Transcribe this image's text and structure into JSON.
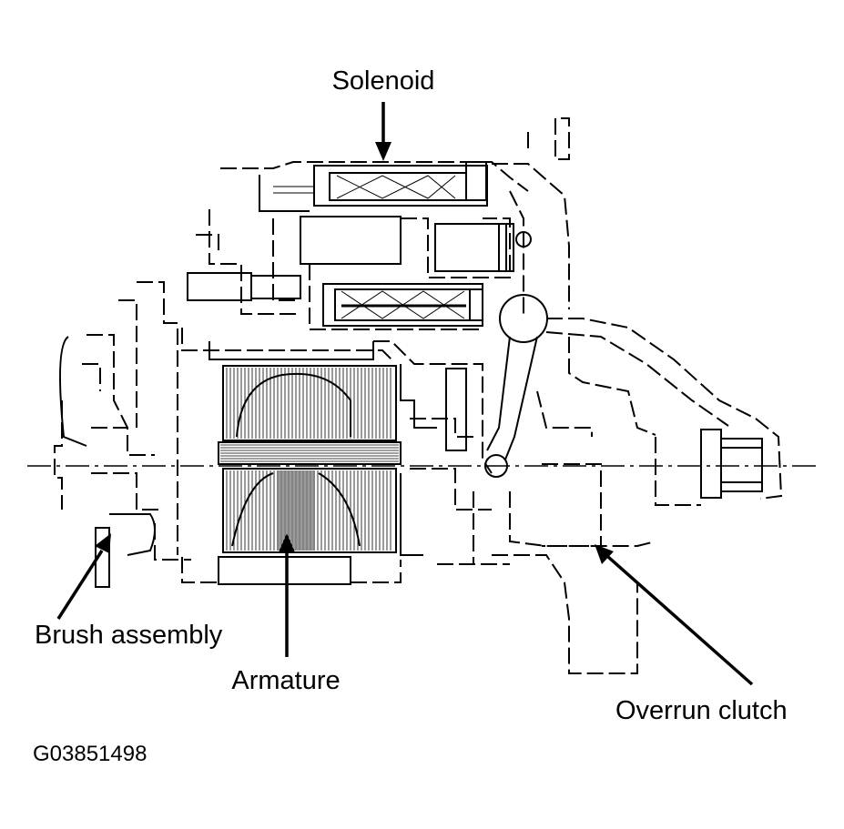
{
  "labels": {
    "solenoid": "Solenoid",
    "brush_assembly": "Brush assembly",
    "armature": "Armature",
    "overrun_clutch": "Overrun clutch"
  },
  "figure_id": "G03851498"
}
